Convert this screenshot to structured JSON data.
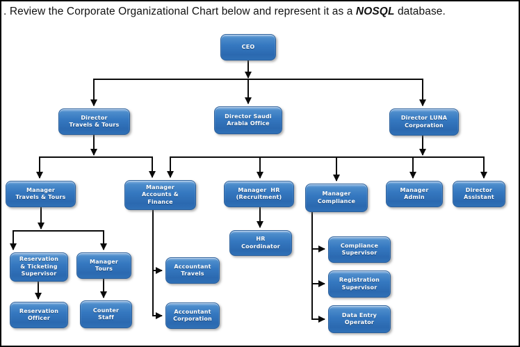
{
  "title": {
    "prefix": ". Review the Corporate Organizational Chart below and represent it as a ",
    "emphasis": "NOSQL",
    "suffix": " database."
  },
  "colors": {
    "node_fill_top": "#8CB6E2",
    "node_fill_main": "#3578C0",
    "node_fill_bottom": "#3070B6",
    "node_border": "#2A5F9B",
    "node_text": "#FFFFFF",
    "connector": "#0A0A0A",
    "background": "#FFFFFF"
  },
  "nodes": {
    "ceo": {
      "label": "CEO"
    },
    "director_travels_tours": {
      "label": "Director\nTravels & Tours"
    },
    "director_saudi_arabia": {
      "label": "Director Saudi\nArabia Office"
    },
    "director_luna": {
      "label": "Director LUNA\nCorporation"
    },
    "manager_travels_tours": {
      "label": "Manager\nTravels & Tours"
    },
    "manager_accounts_finance": {
      "label": "Manager\nAccounts &\nFinance"
    },
    "manager_hr": {
      "label": "Manager  HR\n(Recruitment)"
    },
    "manager_compliance": {
      "label": "Manager\nCompliance"
    },
    "manager_admin": {
      "label": "Manager\nAdmin"
    },
    "director_assistant": {
      "label": "Director\nAssistant"
    },
    "reservation_ticketing_supervisor": {
      "label": "Reservation\n& Ticketing\nSupervisor"
    },
    "manager_tours": {
      "label": "Manager\nTours"
    },
    "reservation_officer": {
      "label": "Reservation\nOfficer"
    },
    "counter_staff": {
      "label": "Counter\nStaff"
    },
    "accountant_travels": {
      "label": "Accountant\nTravels"
    },
    "accountant_corporation": {
      "label": "Accountant\nCorporation"
    },
    "hr_coordinator": {
      "label": "HR\nCoordinator"
    },
    "compliance_supervisor": {
      "label": "Compliance\nSupervisor"
    },
    "registration_supervisor": {
      "label": "Registration\nSupervisor"
    },
    "data_entry_operator": {
      "label": "Data Entry\nOperator"
    }
  },
  "edges": [
    {
      "from": "ceo",
      "to": "director_travels_tours"
    },
    {
      "from": "ceo",
      "to": "director_saudi_arabia"
    },
    {
      "from": "ceo",
      "to": "director_luna"
    },
    {
      "from": "director_travels_tours",
      "to": "manager_travels_tours"
    },
    {
      "from": "director_travels_tours",
      "to": "manager_accounts_finance"
    },
    {
      "from": "director_luna",
      "to": "manager_accounts_finance"
    },
    {
      "from": "director_luna",
      "to": "manager_hr"
    },
    {
      "from": "director_luna",
      "to": "manager_compliance"
    },
    {
      "from": "director_luna",
      "to": "manager_admin"
    },
    {
      "from": "director_luna",
      "to": "director_assistant"
    },
    {
      "from": "manager_travels_tours",
      "to": "reservation_ticketing_supervisor"
    },
    {
      "from": "manager_travels_tours",
      "to": "manager_tours"
    },
    {
      "from": "reservation_ticketing_supervisor",
      "to": "reservation_officer"
    },
    {
      "from": "manager_tours",
      "to": "counter_staff"
    },
    {
      "from": "manager_accounts_finance",
      "to": "accountant_travels"
    },
    {
      "from": "manager_accounts_finance",
      "to": "accountant_corporation"
    },
    {
      "from": "manager_hr",
      "to": "hr_coordinator"
    },
    {
      "from": "manager_compliance",
      "to": "compliance_supervisor"
    },
    {
      "from": "manager_compliance",
      "to": "registration_supervisor"
    },
    {
      "from": "manager_compliance",
      "to": "data_entry_operator"
    }
  ]
}
